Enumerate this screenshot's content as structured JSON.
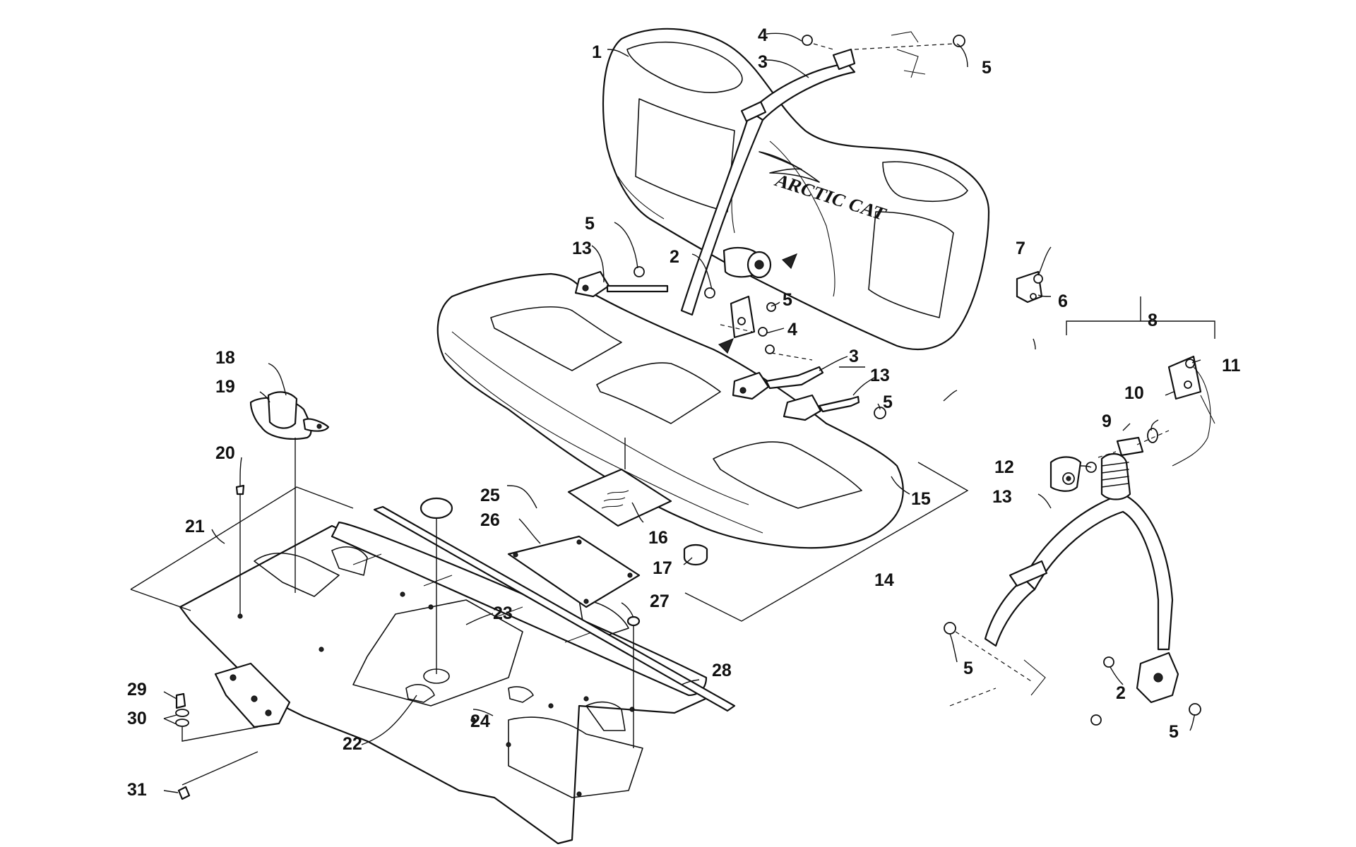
{
  "logo": {
    "text": "ARCTIC CAT"
  },
  "callouts": {
    "c1": "1",
    "c2a": "2",
    "c2b": "2",
    "c3a": "3",
    "c3b": "3",
    "c4a": "4",
    "c4b": "4",
    "c5a": "5",
    "c5b": "5",
    "c5c": "5",
    "c5d": "5",
    "c5e": "5",
    "c5f": "5",
    "c6": "6",
    "c7": "7",
    "c8": "8",
    "c9": "9",
    "c10": "10",
    "c11": "11",
    "c12": "12",
    "c13a": "13",
    "c13b": "13",
    "c13c": "13",
    "c14": "14",
    "c15": "15",
    "c16": "16",
    "c17": "17",
    "c18": "18",
    "c19": "19",
    "c20": "20",
    "c21": "21",
    "c22": "22",
    "c23": "23",
    "c24": "24",
    "c25": "25",
    "c26": "26",
    "c27": "27",
    "c28": "28",
    "c29": "29",
    "c30": "30",
    "c31": "31"
  }
}
